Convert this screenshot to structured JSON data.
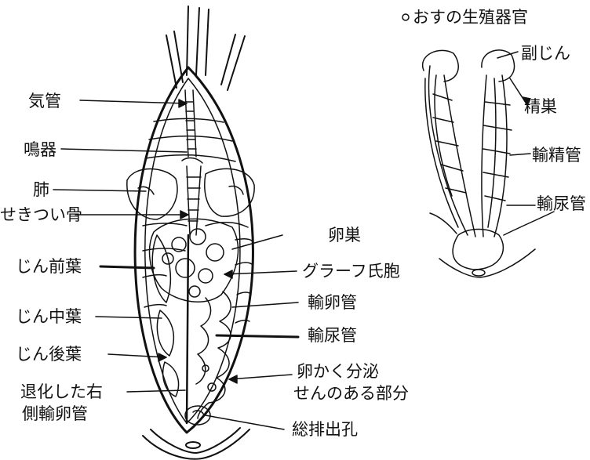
{
  "female_labels": {
    "trachea": "気管",
    "syrinx": "鳴器",
    "lung": "肺",
    "vertebra": "せきつい骨",
    "kidney_front": "じん前葉",
    "kidney_middle": "じん中葉",
    "kidney_back": "じん後葉",
    "regressed_right_oviduct_line1": "退化した右",
    "regressed_right_oviduct_line2": "側輸卵管",
    "ovary": "卵巣",
    "graafian_follicle": "グラーフ氏胞",
    "oviduct": "輸卵管",
    "ureter": "輸尿管",
    "shell_gland_line1": "卵かく分泌",
    "shell_gland_line2": "せんのある部分",
    "cloaca": "総排出孔"
  },
  "male_diagram": {
    "title": "おすの生殖器官",
    "epididymis": "副じん",
    "testis": "精巣",
    "vas_deferens": "輸精管",
    "ureter": "輸尿管"
  }
}
